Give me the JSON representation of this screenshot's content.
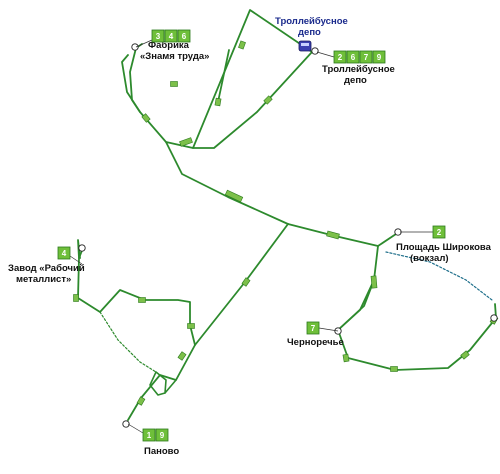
{
  "colors": {
    "line": "#2d8a2d",
    "dashed": "#2d8a2d",
    "depot_dashed": "#1f6f8b",
    "box_fill": "#6fbf3a",
    "box_stroke": "#2d7a1d",
    "mini_fill": "#7cc04a",
    "depot_label": "#1a2a8c"
  },
  "terminals": {
    "fabrika": {
      "label_line1": "Фабрика",
      "label_line2": "«Знамя труда»",
      "routes": [
        "3",
        "4",
        "6"
      ]
    },
    "depot_north": {
      "label_line1": "Троллейбусное",
      "label_line2": "депо",
      "icon": "depot-icon"
    },
    "depot_east": {
      "label_line1": "Троллейбусное",
      "label_line2": "депо",
      "routes": [
        "2",
        "6",
        "7",
        "9"
      ]
    },
    "zavod": {
      "label_line1": "Завод «Рабочий",
      "label_line2": "металлист»",
      "routes": [
        "4"
      ]
    },
    "ploshchad": {
      "label_line1": "Площадь Широкова",
      "label_line2": "(вокзал)",
      "routes": [
        "2"
      ]
    },
    "chernoreche": {
      "label_line1": "Черноречье",
      "routes": [
        "7"
      ]
    },
    "panovo": {
      "label_line1": "Паново",
      "routes": [
        "1",
        "9"
      ]
    }
  }
}
